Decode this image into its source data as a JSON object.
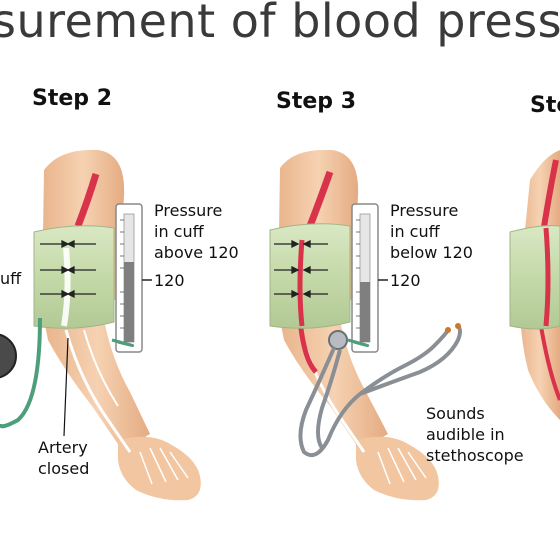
{
  "title": "surement of blood press",
  "steps": [
    "Step 2",
    "Step 3",
    "Ste"
  ],
  "panel2": {
    "pressure": [
      "Pressure",
      "in cuff",
      "above 120"
    ],
    "gauge_value": "120",
    "cuff_label": "uff",
    "artery": [
      "Artery",
      "closed"
    ]
  },
  "panel3": {
    "pressure": [
      "Pressure",
      "in cuff",
      "below 120"
    ],
    "gauge_value": "120",
    "sounds": [
      "Sounds",
      "audible in",
      "stethoscope"
    ]
  },
  "colors": {
    "cuff": "#c9dcb0",
    "skin": "#f2c9a4",
    "artery": "#d8334a",
    "tube": "#4c9f7a",
    "stethoscope": "#8a8f96"
  }
}
